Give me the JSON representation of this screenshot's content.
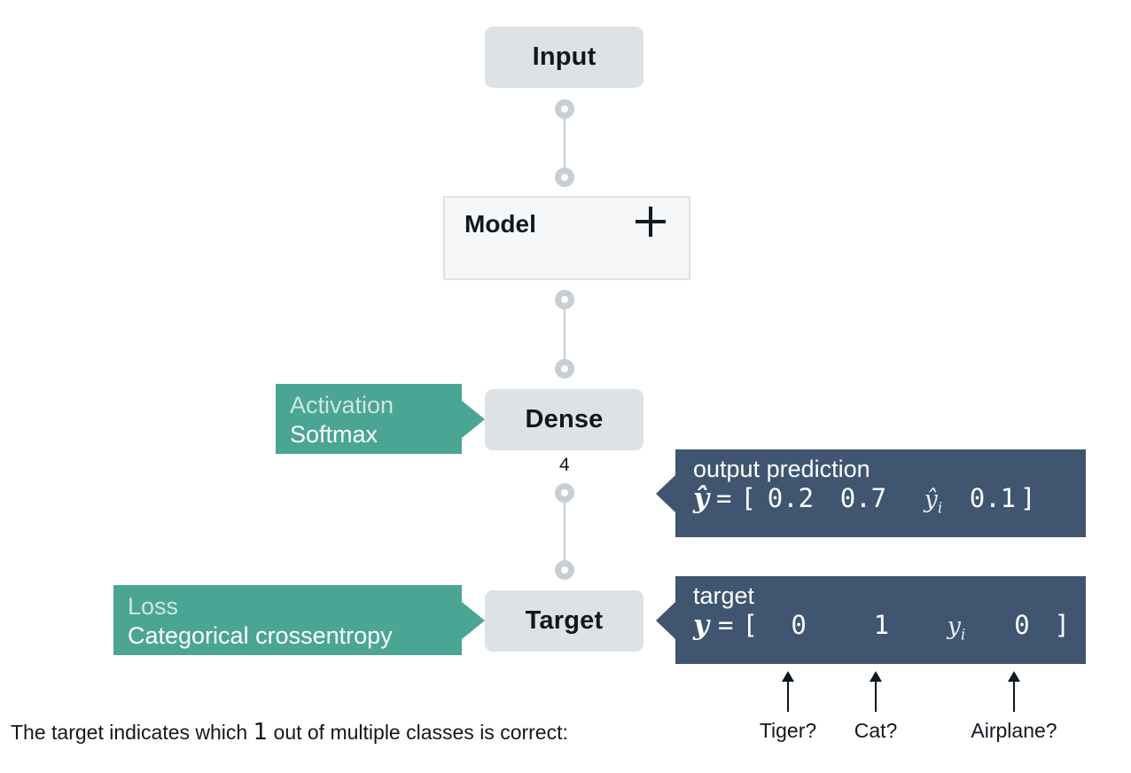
{
  "diagram": {
    "title": "Categorical crossentropy target diagram",
    "colors": {
      "box_fill": "#dde2e6",
      "model_fill": "#f5f7f9",
      "model_border": "#dde2e6",
      "callout_green": "#4aa594",
      "callout_dark": "#3f5570",
      "connector": "#c7ced4",
      "text_dark": "#10181f"
    }
  },
  "nodes": {
    "input": {
      "label": "Input"
    },
    "model": {
      "label": "Model",
      "expand_icon": "plus-icon"
    },
    "dense": {
      "label": "Dense"
    },
    "target": {
      "label": "Target"
    }
  },
  "connectors": {
    "input_to_model": {
      "count": ""
    },
    "model_to_dense": {
      "count": ""
    },
    "dense_to_target": {
      "count": "4"
    }
  },
  "callouts": {
    "activation": {
      "kind": "Activation",
      "value": "Softmax"
    },
    "loss": {
      "kind": "Loss",
      "value": "Categorical crossentropy"
    },
    "output_prediction": {
      "kind": "output prediction",
      "symbol": "ŷ",
      "equals": "=",
      "open_bracket": "[",
      "close_bracket": "]",
      "values": [
        "0.2",
        "0.7",
        "ŷ",
        "0.1"
      ],
      "ellipsis_index": 2,
      "ellipsis_symbol": "ŷ",
      "ellipsis_subscript": "i"
    },
    "target": {
      "kind": "target",
      "symbol": "y",
      "equals": "=",
      "open_bracket": "[",
      "close_bracket": "]",
      "values": [
        "0",
        "1",
        "y",
        "0"
      ],
      "ellipsis_index": 2,
      "ellipsis_symbol": "y",
      "ellipsis_subscript": "i"
    }
  },
  "caption": {
    "prefix": "The target indicates which ",
    "emphasis": "1",
    "suffix": " out of multiple classes is correct:"
  },
  "class_arrows": [
    {
      "label": "Tiger?"
    },
    {
      "label": "Cat?"
    },
    {
      "label": "Airplane?"
    }
  ]
}
